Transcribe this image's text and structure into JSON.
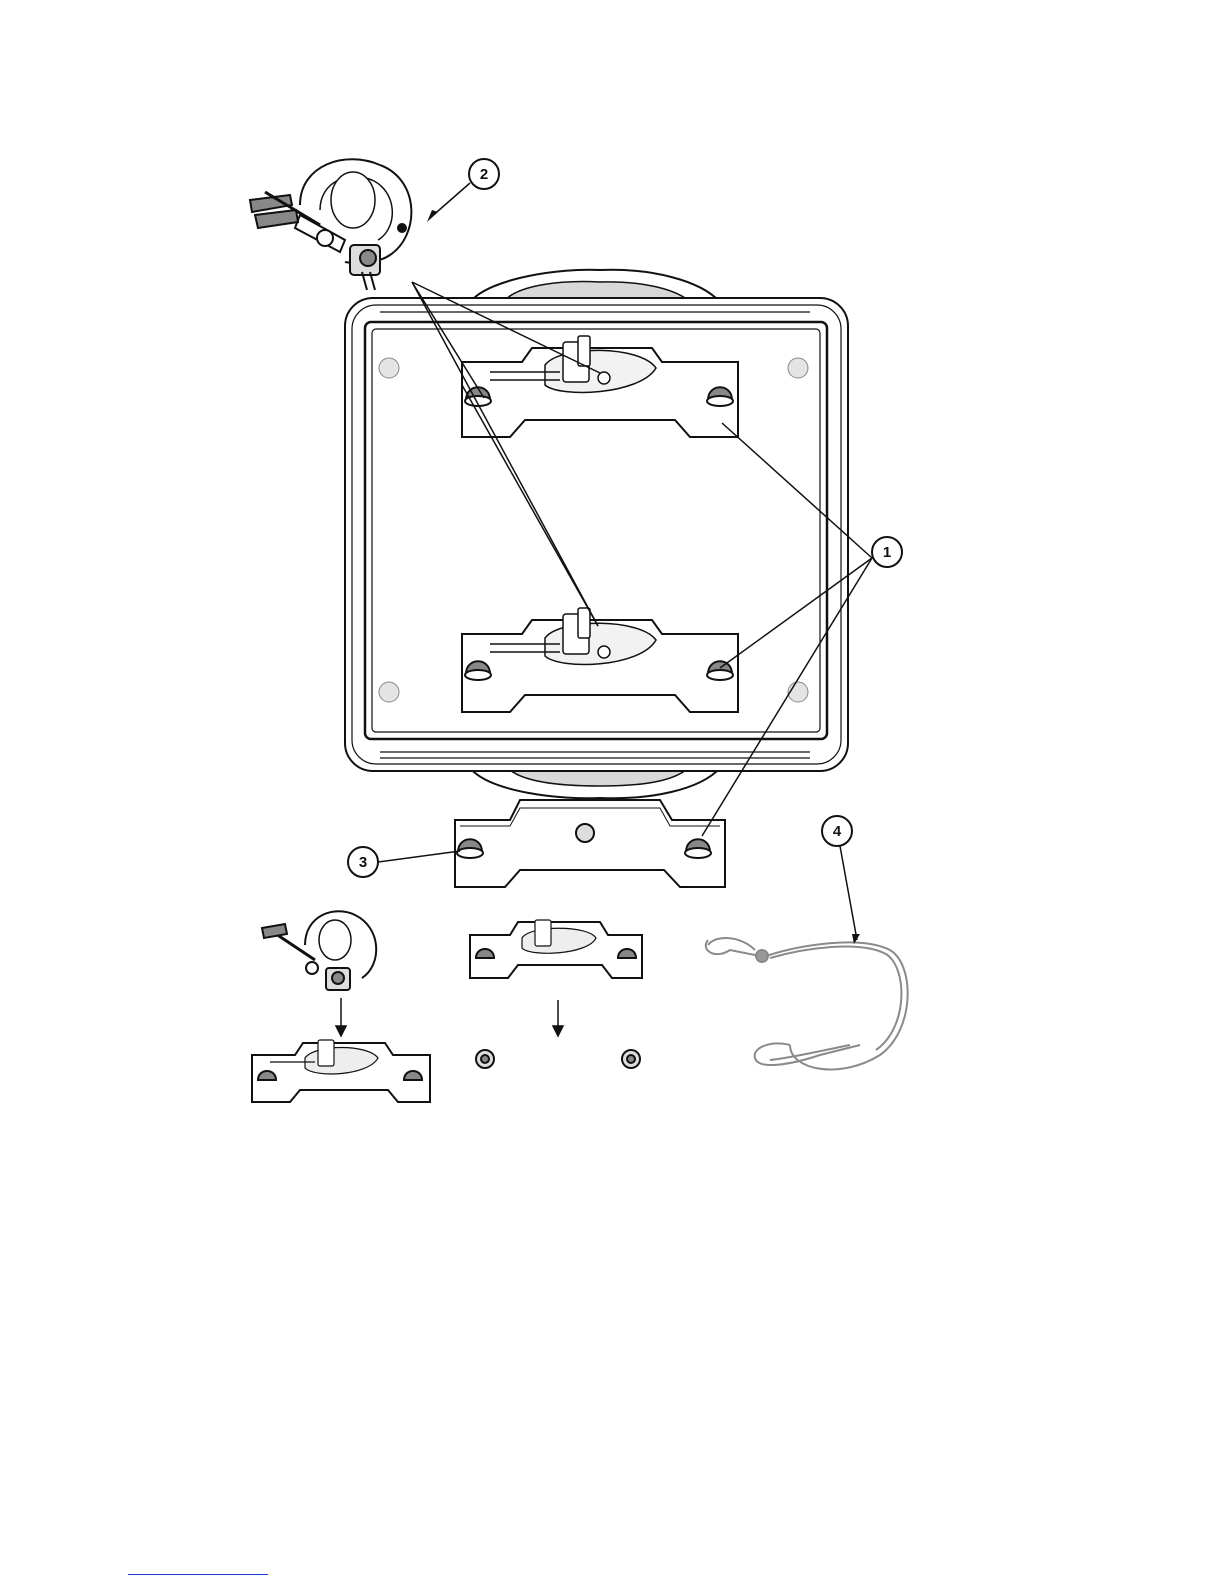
{
  "diagram": {
    "callouts": [
      {
        "id": "1",
        "label": "1"
      },
      {
        "id": "2",
        "label": "2"
      },
      {
        "id": "3",
        "label": "3"
      },
      {
        "id": "4",
        "label": "4"
      }
    ],
    "colors": {
      "line": "#111111",
      "fill": "#ffffff",
      "shade": "#cfcfcf",
      "footer_rule": "#1a3fd6"
    },
    "icons": [
      "clamp-icon",
      "omega-bracket-icon",
      "safety-cable-icon",
      "wing-nut-icon",
      "washer-icon"
    ]
  }
}
